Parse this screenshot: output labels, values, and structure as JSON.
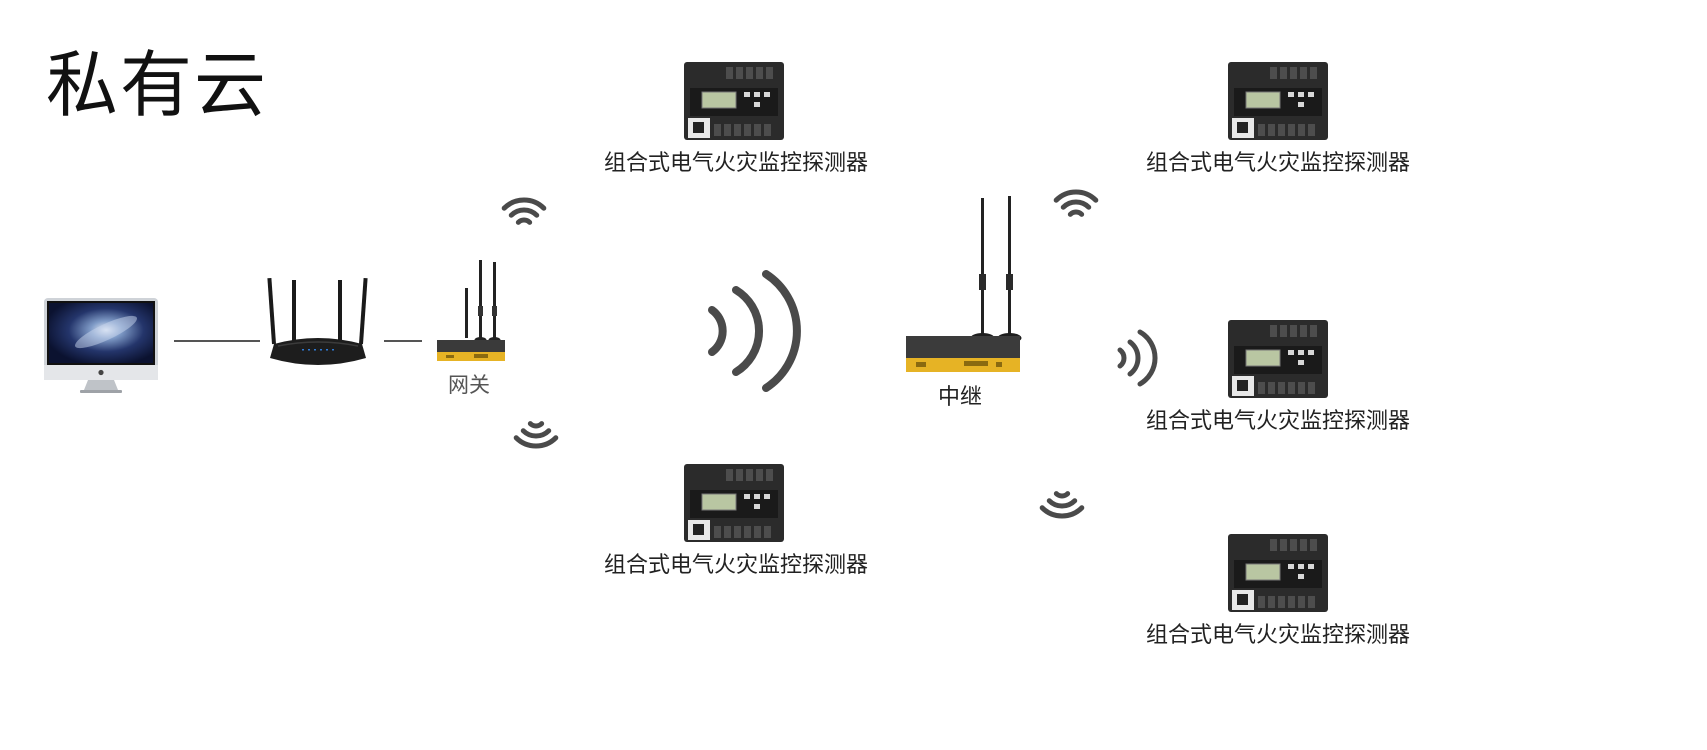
{
  "title": "私有云",
  "nodes": {
    "gateway": {
      "label": "网关"
    },
    "relay": {
      "label": "中继"
    },
    "detectors": [
      {
        "label": "组合式电气火灾监控探测器"
      },
      {
        "label": "组合式电气火灾监控探测器"
      },
      {
        "label": "组合式电气火灾监控探测器"
      },
      {
        "label": "组合式电气火灾监控探测器"
      },
      {
        "label": "组合式电气火灾监控探测器"
      }
    ]
  },
  "colors": {
    "device_body": "#2b2b2b",
    "gateway_yellow": "#e6b325",
    "wave": "#4a4a4a",
    "connector": "#555555"
  },
  "icons": [
    "computer-icon",
    "router-icon",
    "gateway-icon",
    "relay-icon",
    "detector-icon",
    "wireless-signal-icon"
  ]
}
